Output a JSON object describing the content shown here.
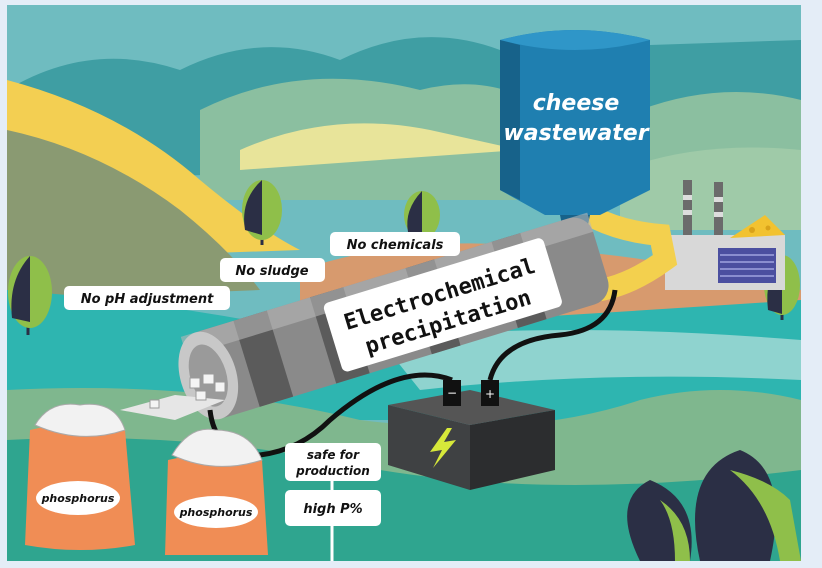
{
  "labels": {
    "tank_line1": "cheese",
    "tank_line2": "wastewater",
    "no_chemicals": "No chemicals",
    "no_sludge": "No sludge",
    "no_ph": "No pH adjustment",
    "process_line1": "Electrochemical",
    "process_line2": "precipitation",
    "safe_line1": "safe for",
    "safe_line2": "production",
    "high_p": "high P%",
    "bag1": "phosphorus",
    "bag2": "phosphorus",
    "battery_minus": "−",
    "battery_plus": "+"
  },
  "colors": {
    "sky": "#5fb3b8",
    "tank": "#1f7fb0",
    "teal": "#2fa58f",
    "bag": "#f08d55",
    "bolt": "#d6e83a"
  }
}
